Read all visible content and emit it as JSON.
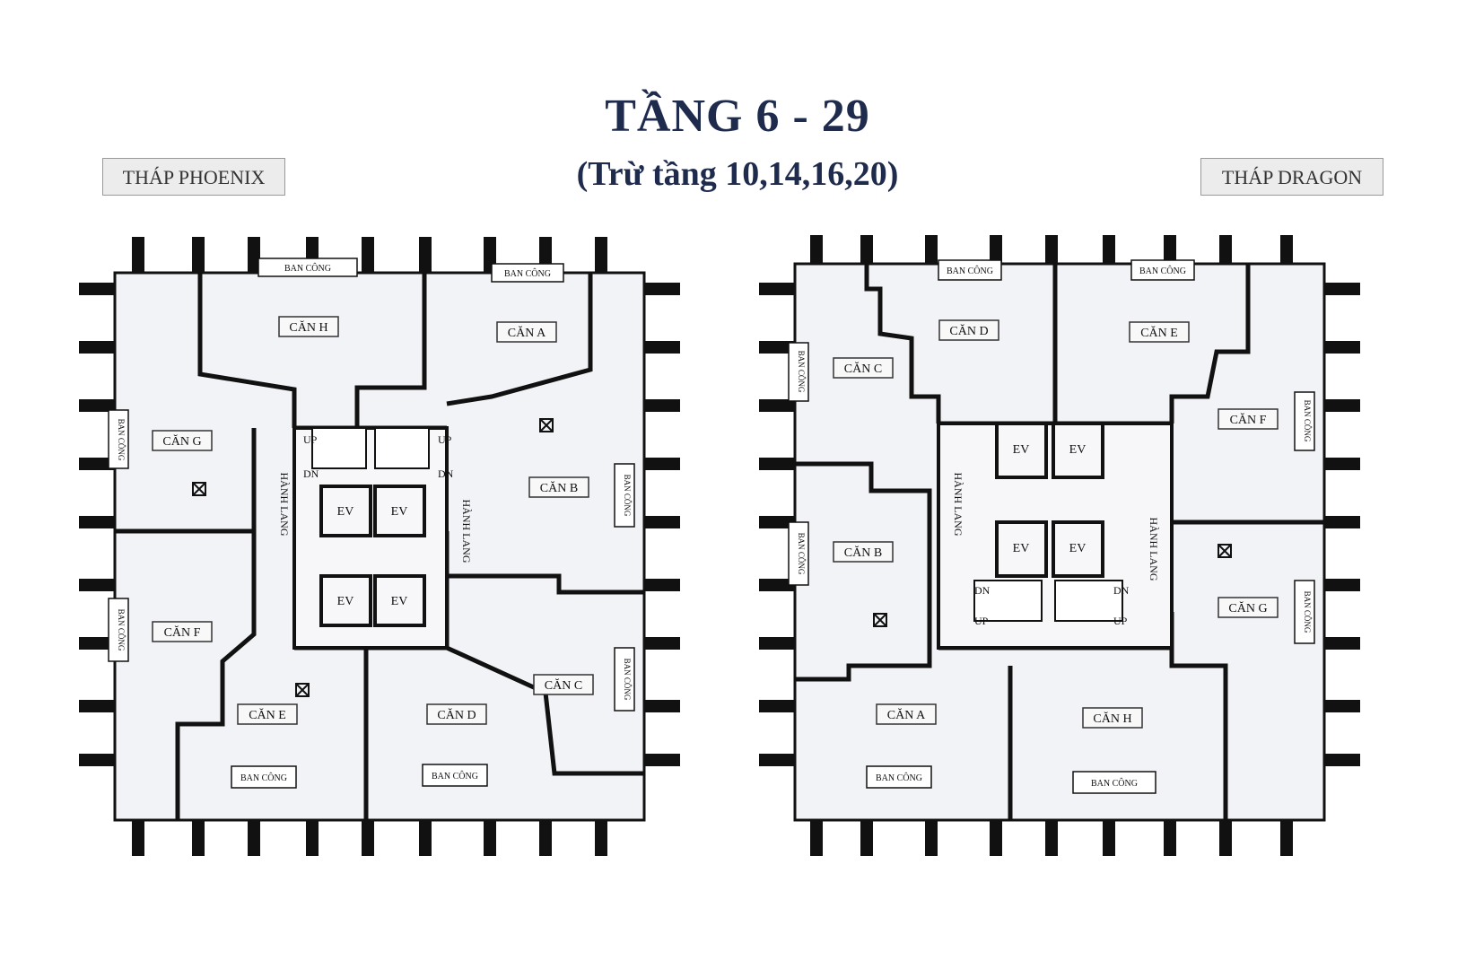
{
  "title": "TẦNG 6 - 29",
  "subtitle": "(Trừ tầng 10,14,16,20)",
  "towers": {
    "left": "THÁP PHOENIX",
    "right": "THÁP DRAGON"
  },
  "labels": {
    "balcony": "BAN CÔNG",
    "elevator": "EV",
    "corridor": "HÀNH LANG",
    "up": "UP",
    "down": "DN"
  },
  "phoenix": {
    "units": [
      "CĂN H",
      "CĂN A",
      "CĂN G",
      "CĂN B",
      "CĂN F",
      "CĂN C",
      "CĂN E",
      "CĂN D"
    ]
  },
  "dragon": {
    "units": [
      "CĂN D",
      "CĂN E",
      "CĂN C",
      "CĂN F",
      "CĂN B",
      "CĂN G",
      "CĂN A",
      "CĂN H"
    ]
  }
}
